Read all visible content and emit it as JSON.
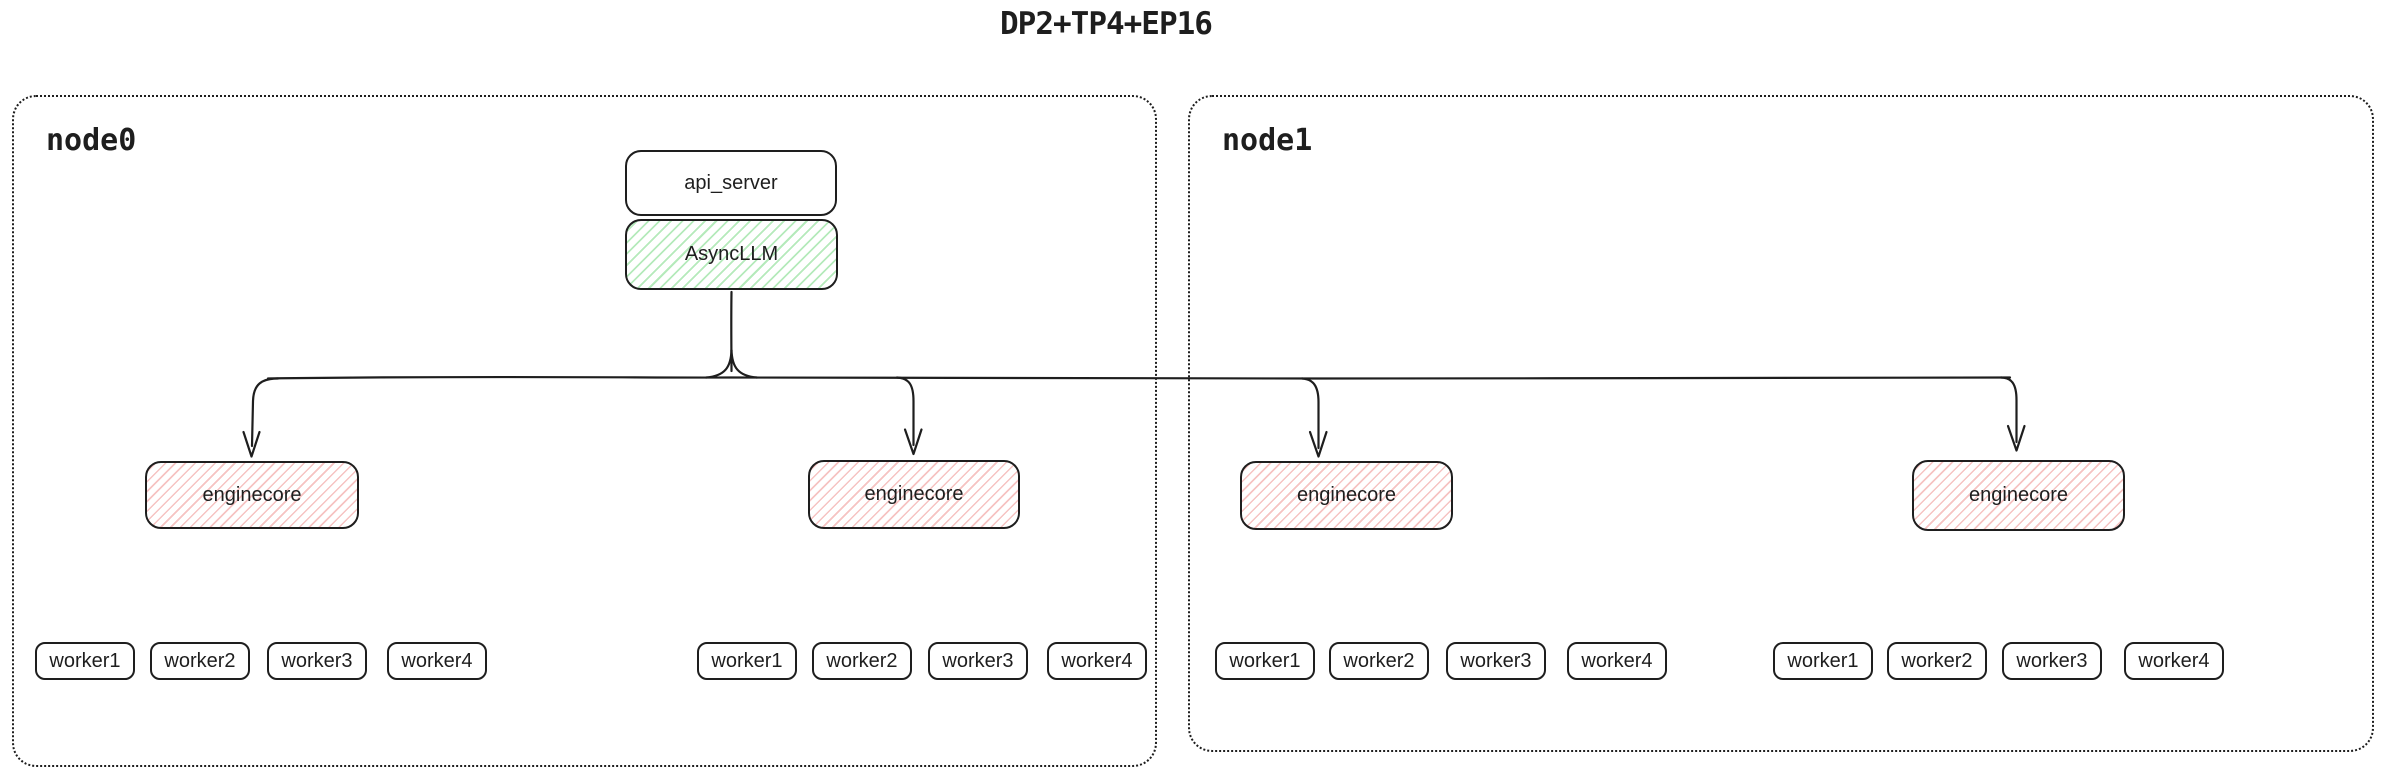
{
  "title": "DP2+TP4+EP16",
  "colors": {
    "stroke": "#1e1e1e",
    "asyncllm_hatch": "#b5eabb",
    "enginecore_hatch": "#f6c3c2",
    "background": "#ffffff"
  },
  "nodes": [
    {
      "label": "node0",
      "stack": {
        "api_server": "api_server",
        "async_llm": "AsyncLLM"
      },
      "enginecores": [
        {
          "label": "enginecore",
          "workers": [
            "worker1",
            "worker2",
            "worker3",
            "worker4"
          ]
        },
        {
          "label": "enginecore",
          "workers": [
            "worker1",
            "worker2",
            "worker3",
            "worker4"
          ]
        }
      ]
    },
    {
      "label": "node1",
      "enginecores": [
        {
          "label": "enginecore",
          "workers": [
            "worker1",
            "worker2",
            "worker3",
            "worker4"
          ]
        },
        {
          "label": "enginecore",
          "workers": [
            "worker1",
            "worker2",
            "worker3",
            "worker4"
          ]
        }
      ]
    }
  ]
}
